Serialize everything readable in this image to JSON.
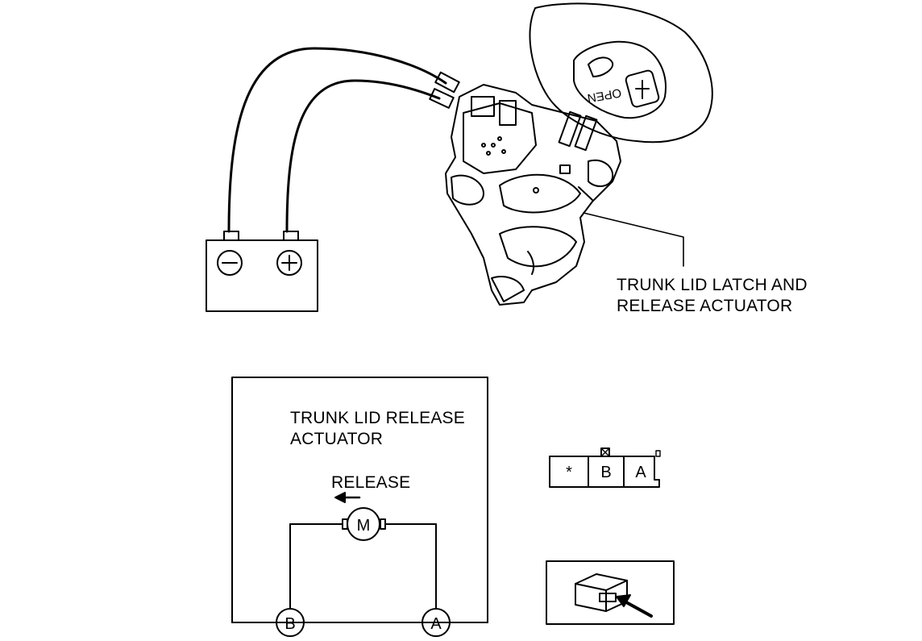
{
  "labels": {
    "latch_line1": "TRUNK LID  LATCH AND",
    "latch_line2": "RELEASE ACTUATOR",
    "schematic_line1": "TRUNK LID  RELEASE",
    "schematic_line2": "ACTUATOR",
    "release": "RELEASE",
    "motor": "M",
    "terminal_b": "B",
    "terminal_a": "A",
    "opener_text": "OPEN"
  },
  "connector": {
    "cells": [
      "*",
      "B",
      "A"
    ]
  },
  "battery": {
    "negative_symbol": "minus-icon",
    "positive_symbol": "plus-icon"
  }
}
